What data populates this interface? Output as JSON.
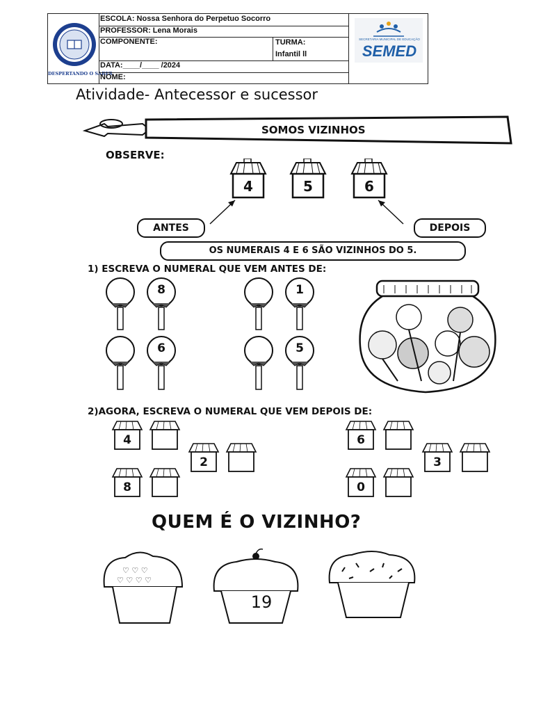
{
  "header": {
    "school_label": "ESCOLA: Nossa Senhora do Perpetuo Socorro",
    "teacher_label": "PROFESSOR: Lena Morais",
    "component_label": "COMPONENTE:",
    "class_label": "TURMA:",
    "class_value": "Infantil ll",
    "date_label": "DATA:____/____ /2024",
    "name_label": "NOME:",
    "logo_motto": "DESPERTANDO O SABER",
    "semed_logo_text": "SEMED",
    "semed_subtitle": "SECRETARIA MUNICIPAL DE EDUCAÇÃO"
  },
  "activity_title": "Atividade- Antecessor e sucessor",
  "worksheet": {
    "banner_title": "SOMOS VIZINHOS",
    "observe_label": "OBSERVE:",
    "example_houses": [
      "4",
      "5",
      "6"
    ],
    "before_label": "ANTES",
    "after_label": "DEPOIS",
    "neighbors_statement": "OS NUMERAIS 4 E 6 SÃO VIZINHOS DO 5.",
    "q1_prefix": "1) ESCREVA O NUMERAL QUE VEM ",
    "q1_bold": "ANTES",
    "q1_suffix": " DE:",
    "q1_lollipops": [
      "8",
      "1",
      "6",
      "5"
    ],
    "q2_prefix": "2)AGORA, ESCREVA O NUMERAL QUE VEM ",
    "q2_bold": "DEPOIS",
    "q2_suffix": " DE:",
    "q2_houses": [
      "4",
      "2",
      "8",
      "6",
      "3",
      "0"
    ],
    "q3_title": "QUEM É O VIZINHO?",
    "q3_cupcake_number": "19"
  },
  "colors": {
    "ink": "#111111",
    "semed_blue": "#1f5fa8",
    "logo_blue": "#1d3f8f"
  }
}
